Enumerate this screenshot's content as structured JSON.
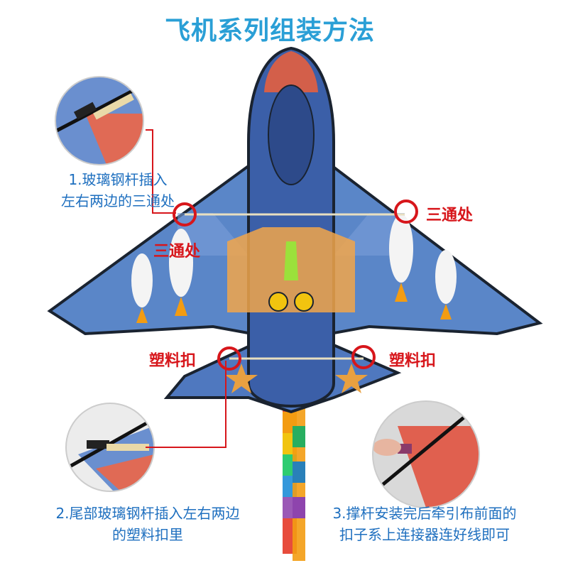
{
  "title": "飞机系列组装方法",
  "labels": {
    "step1_line1": "1.玻璃钢杆插入",
    "step1_line2": "左右两边的三通处",
    "tee_right": "三通处",
    "tee_left": "三通处",
    "clip_left": "塑料扣",
    "clip_right": "塑料扣",
    "step2_line1": "2.尾部玻璃钢杆插入左右两边",
    "step2_line2": "的塑料扣里",
    "step3_line1": "3.撑杆安装完后牵引布前面的",
    "step3_line2": "扣子系上连接器连好线即可"
  },
  "colors": {
    "title": "#2a9fd6",
    "step_text": "#1e6fbf",
    "marker": "#d7161b",
    "kite_body": "#3b5fa8",
    "kite_wing": "#5a86c8"
  }
}
